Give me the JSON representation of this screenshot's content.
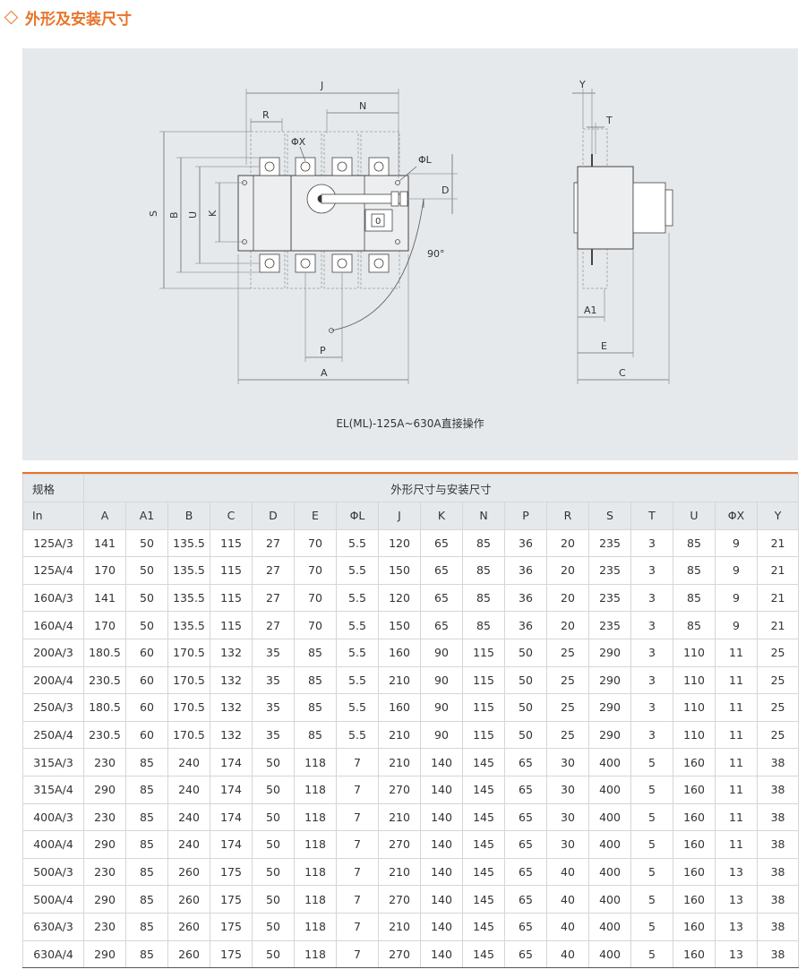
{
  "section": {
    "title": "外形及安装尺寸",
    "icon": "diamond-outline-icon",
    "accent": "#e8742a"
  },
  "diagram": {
    "caption": "EL(ML)-125A~630A直接操作",
    "front_labels": {
      "J": "J",
      "R": "R",
      "N": "N",
      "PhiX": "ΦX",
      "PhiL": "ΦL",
      "D": "D",
      "S": "S",
      "B": "B",
      "U": "U",
      "K": "K",
      "P": "P",
      "A": "A",
      "angle": "90°",
      "indicator": "0"
    },
    "side_labels": {
      "Y": "Y",
      "T": "T",
      "A1": "A1",
      "E": "E",
      "C": "C"
    }
  },
  "table": {
    "header_spec": "规格",
    "header_group": "外形尺寸与安装尺寸",
    "columns": [
      "In",
      "A",
      "A1",
      "B",
      "C",
      "D",
      "E",
      "ΦL",
      "J",
      "K",
      "N",
      "P",
      "R",
      "S",
      "T",
      "U",
      "ΦX",
      "Y"
    ],
    "rows": [
      [
        "125A/3",
        "141",
        "50",
        "135.5",
        "115",
        "27",
        "70",
        "5.5",
        "120",
        "65",
        "85",
        "36",
        "20",
        "235",
        "3",
        "85",
        "9",
        "21"
      ],
      [
        "125A/4",
        "170",
        "50",
        "135.5",
        "115",
        "27",
        "70",
        "5.5",
        "150",
        "65",
        "85",
        "36",
        "20",
        "235",
        "3",
        "85",
        "9",
        "21"
      ],
      [
        "160A/3",
        "141",
        "50",
        "135.5",
        "115",
        "27",
        "70",
        "5.5",
        "120",
        "65",
        "85",
        "36",
        "20",
        "235",
        "3",
        "85",
        "9",
        "21"
      ],
      [
        "160A/4",
        "170",
        "50",
        "135.5",
        "115",
        "27",
        "70",
        "5.5",
        "150",
        "65",
        "85",
        "36",
        "20",
        "235",
        "3",
        "85",
        "9",
        "21"
      ],
      [
        "200A/3",
        "180.5",
        "60",
        "170.5",
        "132",
        "35",
        "85",
        "5.5",
        "160",
        "90",
        "115",
        "50",
        "25",
        "290",
        "3",
        "110",
        "11",
        "25"
      ],
      [
        "200A/4",
        "230.5",
        "60",
        "170.5",
        "132",
        "35",
        "85",
        "5.5",
        "210",
        "90",
        "115",
        "50",
        "25",
        "290",
        "3",
        "110",
        "11",
        "25"
      ],
      [
        "250A/3",
        "180.5",
        "60",
        "170.5",
        "132",
        "35",
        "85",
        "5.5",
        "160",
        "90",
        "115",
        "50",
        "25",
        "290",
        "3",
        "110",
        "11",
        "25"
      ],
      [
        "250A/4",
        "230.5",
        "60",
        "170.5",
        "132",
        "35",
        "85",
        "5.5",
        "210",
        "90",
        "115",
        "50",
        "25",
        "290",
        "3",
        "110",
        "11",
        "25"
      ],
      [
        "315A/3",
        "230",
        "85",
        "240",
        "174",
        "50",
        "118",
        "7",
        "210",
        "140",
        "145",
        "65",
        "30",
        "400",
        "5",
        "160",
        "11",
        "38"
      ],
      [
        "315A/4",
        "290",
        "85",
        "240",
        "174",
        "50",
        "118",
        "7",
        "270",
        "140",
        "145",
        "65",
        "30",
        "400",
        "5",
        "160",
        "11",
        "38"
      ],
      [
        "400A/3",
        "230",
        "85",
        "240",
        "174",
        "50",
        "118",
        "7",
        "210",
        "140",
        "145",
        "65",
        "30",
        "400",
        "5",
        "160",
        "11",
        "38"
      ],
      [
        "400A/4",
        "290",
        "85",
        "240",
        "174",
        "50",
        "118",
        "7",
        "270",
        "140",
        "145",
        "65",
        "30",
        "400",
        "5",
        "160",
        "11",
        "38"
      ],
      [
        "500A/3",
        "230",
        "85",
        "260",
        "175",
        "50",
        "118",
        "7",
        "210",
        "140",
        "145",
        "65",
        "40",
        "400",
        "5",
        "160",
        "13",
        "38"
      ],
      [
        "500A/4",
        "290",
        "85",
        "260",
        "175",
        "50",
        "118",
        "7",
        "270",
        "140",
        "145",
        "65",
        "40",
        "400",
        "5",
        "160",
        "13",
        "38"
      ],
      [
        "630A/3",
        "230",
        "85",
        "260",
        "175",
        "50",
        "118",
        "7",
        "210",
        "140",
        "145",
        "65",
        "40",
        "400",
        "5",
        "160",
        "13",
        "38"
      ],
      [
        "630A/4",
        "290",
        "85",
        "260",
        "175",
        "50",
        "118",
        "7",
        "270",
        "140",
        "145",
        "65",
        "40",
        "400",
        "5",
        "160",
        "13",
        "38"
      ]
    ]
  }
}
